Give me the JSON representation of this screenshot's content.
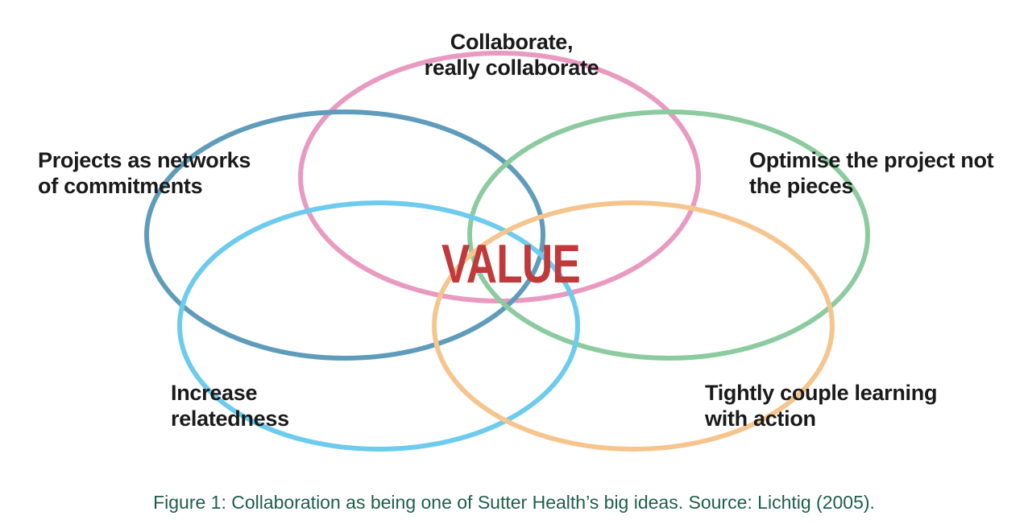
{
  "diagram": {
    "center_text": "VALUE",
    "colors": {
      "pink": "#e89ac0",
      "dark_blue": "#5f9cbb",
      "green": "#8ccb9f",
      "light_blue": "#6dcbee",
      "orange": "#f6c58e",
      "center_text": "#c0393b",
      "label_text": "#1a1a1a",
      "caption_text": "#1e5e4a"
    },
    "labels": {
      "top": [
        "Collaborate,",
        "really collaborate"
      ],
      "left": [
        "Projects as networks",
        "of commitments"
      ],
      "right": [
        "Optimise the project not",
        "the pieces"
      ],
      "bottom_left": [
        "Increase",
        "relatedness"
      ],
      "bottom_right": [
        "Tightly couple learning",
        "with action"
      ]
    }
  },
  "caption": "Figure 1: Collaboration as being one of Sutter Health’s big ideas. Source: Lichtig (2005)."
}
